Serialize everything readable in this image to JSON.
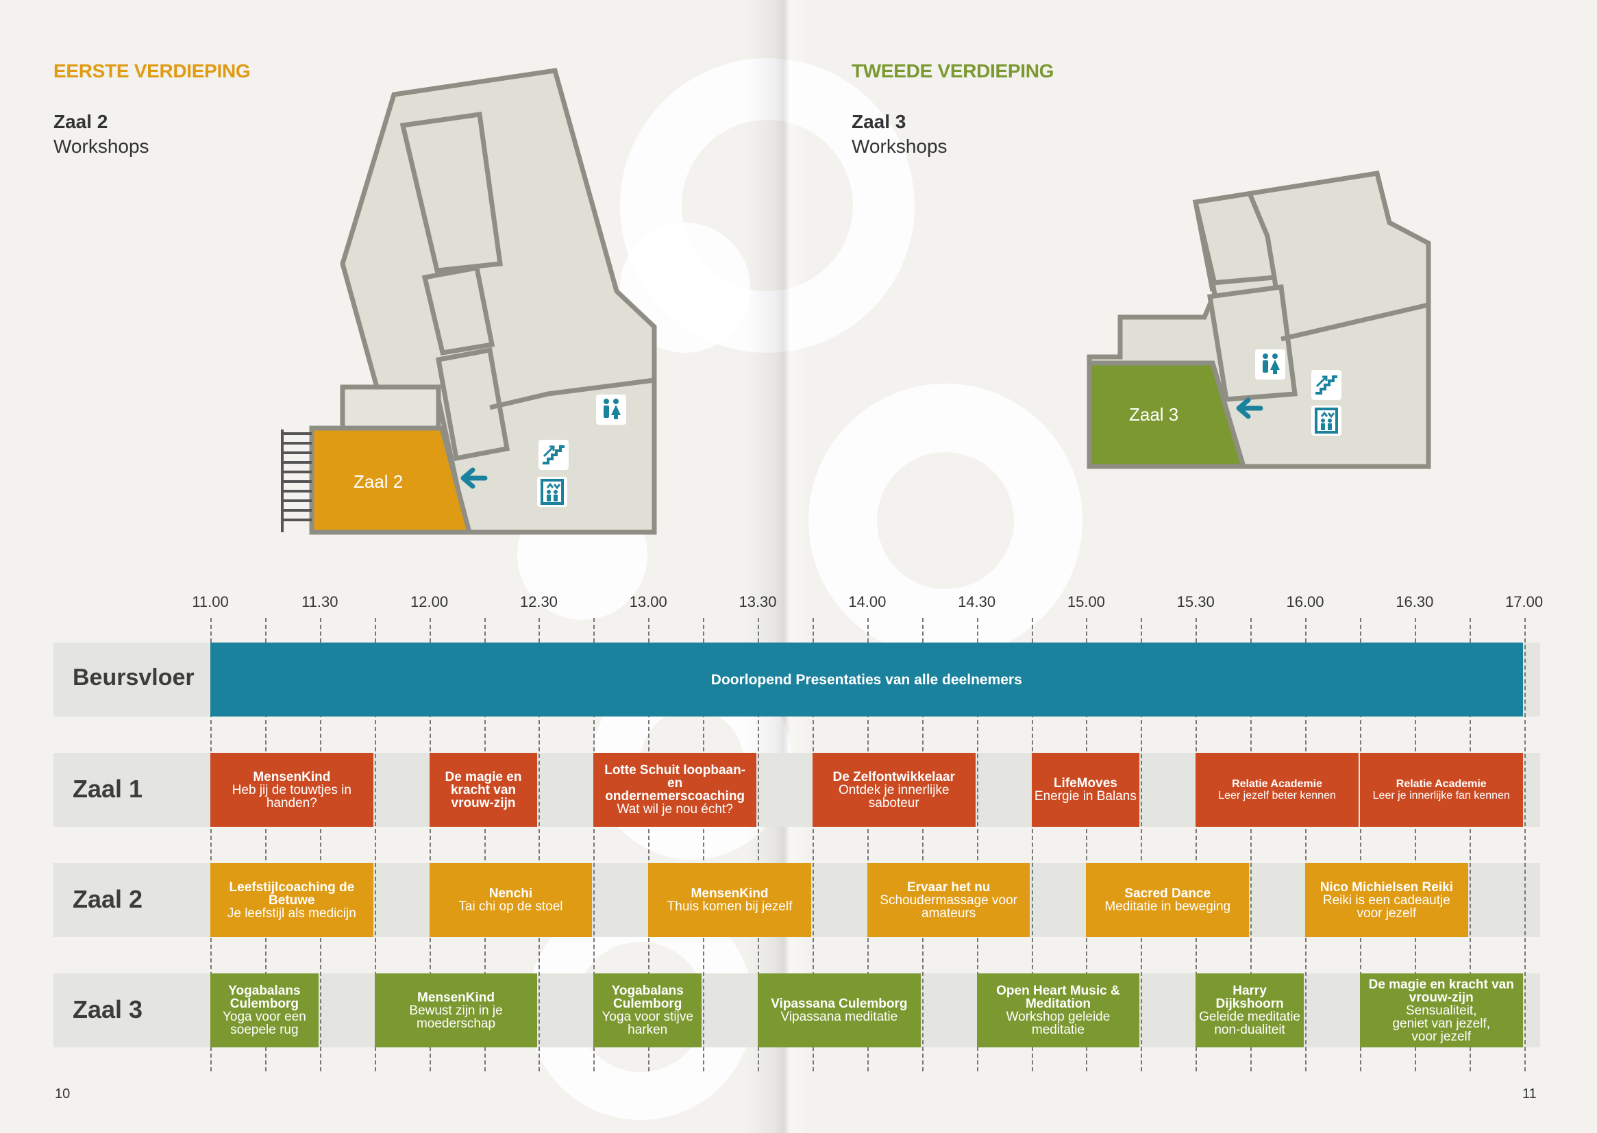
{
  "colors": {
    "accent_orange": "#e09b14",
    "accent_green": "#7b9930",
    "session_red": "#cc4a22",
    "beurs_blue": "#1b829e",
    "plan_fill": "#e0dfd6",
    "plan_stroke": "#8e8e84"
  },
  "left": {
    "floor_title": "EERSTE VERDIEPING",
    "room": "Zaal 2",
    "room_sub": "Workshops",
    "plan_label": "Zaal 2",
    "page_number": "10"
  },
  "right": {
    "floor_title": "TWEEDE VERDIEPING",
    "room": "Zaal 3",
    "room_sub": "Workshops",
    "plan_label": "Zaal 3",
    "page_number": "11"
  },
  "icons": [
    "toilet-icon",
    "stairs-icon",
    "elevator-icon",
    "arrow-left-icon"
  ],
  "schedule": {
    "times": [
      "11.00",
      "11.30",
      "12.00",
      "12.30",
      "13.00",
      "13.30",
      "14.00",
      "14.30",
      "15.00",
      "15.30",
      "16.00",
      "16.30",
      "17.00"
    ],
    "rows": [
      {
        "label": "Beursvloer",
        "sessions": [
          {
            "start": 0,
            "end": 12,
            "title": "Doorlopend Presentaties van alle deelnemers",
            "lines": []
          }
        ]
      },
      {
        "label": "Zaal 1",
        "sessions": [
          {
            "start": 0,
            "end": 1.5,
            "title": "MensenKind",
            "lines": [
              "Heb jij de touwtjes in",
              "handen?"
            ]
          },
          {
            "start": 2,
            "end": 3,
            "title": "De magie en kracht van vrouw-zijn",
            "lines": []
          },
          {
            "start": 3.5,
            "end": 5,
            "title": "Lotte Schuit loopbaan- en ondernemerscoaching",
            "lines": [
              "Wat wil je nou écht?"
            ]
          },
          {
            "start": 5.5,
            "end": 7,
            "title": "De Zelfontwikkelaar",
            "lines": [
              "Ontdek je innerlijke",
              "saboteur"
            ]
          },
          {
            "start": 7.5,
            "end": 8.5,
            "title": "LifeMoves",
            "lines": [
              "Energie in Balans"
            ]
          },
          {
            "start": 9,
            "end": 10.5,
            "title": "Relatie Academie",
            "lines": [
              "Leer jezelf beter kennen"
            ],
            "small": true
          },
          {
            "start": 10.5,
            "end": 12,
            "title": "Relatie Academie",
            "lines": [
              "Leer je innerlijke fan kennen"
            ],
            "small": true
          }
        ]
      },
      {
        "label": "Zaal 2",
        "sessions": [
          {
            "start": 0,
            "end": 1.5,
            "title": "Leefstijlcoaching de Betuwe",
            "lines": [
              "Je leefstijl als medicijn"
            ]
          },
          {
            "start": 2,
            "end": 3.5,
            "title": "Nenchi",
            "lines": [
              "Tai chi op de stoel"
            ]
          },
          {
            "start": 4,
            "end": 5.5,
            "title": "MensenKind",
            "lines": [
              "Thuis komen bij jezelf"
            ]
          },
          {
            "start": 6,
            "end": 7.5,
            "title": "Ervaar het nu",
            "lines": [
              "Schoudermassage voor",
              "amateurs"
            ]
          },
          {
            "start": 8,
            "end": 9.5,
            "title": "Sacred Dance",
            "lines": [
              "Meditatie in beweging"
            ]
          },
          {
            "start": 10,
            "end": 11.5,
            "title": "Nico Michielsen Reiki",
            "lines": [
              "Reiki is een cadeautje",
              "voor jezelf"
            ]
          }
        ]
      },
      {
        "label": "Zaal 3",
        "sessions": [
          {
            "start": 0,
            "end": 1,
            "title": "Yogabalans Culemborg",
            "lines": [
              "Yoga voor een",
              "soepele rug"
            ]
          },
          {
            "start": 1.5,
            "end": 3,
            "title": "MensenKind",
            "lines": [
              "Bewust zijn in je",
              "moederschap"
            ]
          },
          {
            "start": 3.5,
            "end": 4.5,
            "title": "Yogabalans Culemborg",
            "lines": [
              "Yoga voor stijve",
              "harken"
            ]
          },
          {
            "start": 5,
            "end": 6.5,
            "title": "Vipassana Culemborg",
            "lines": [
              "Vipassana meditatie"
            ]
          },
          {
            "start": 7,
            "end": 8.5,
            "title": "Open Heart Music & Meditation",
            "lines": [
              "Workshop geleide",
              "meditatie"
            ]
          },
          {
            "start": 9,
            "end": 10,
            "title": "Harry Dijkshoorn",
            "lines": [
              "Geleide meditatie",
              "non-dualiteit"
            ]
          },
          {
            "start": 10.5,
            "end": 12,
            "title": "De magie en kracht van vrouw-zijn",
            "lines": [
              "Sensualiteit,",
              "geniet van jezelf,",
              "voor jezelf"
            ]
          }
        ]
      }
    ]
  }
}
